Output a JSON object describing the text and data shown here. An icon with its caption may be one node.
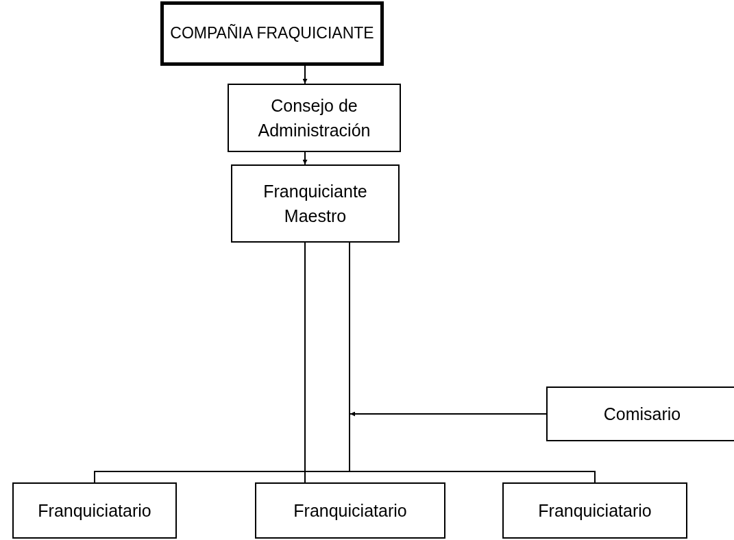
{
  "diagram": {
    "nodes": [
      {
        "text": [
          "COMPAÑIA FRAQUICIANTE"
        ]
      },
      {
        "text": [
          "Consejo de Administración"
        ]
      },
      {
        "text": [
          "Franquiciante Maestro"
        ]
      },
      {
        "text": [
          "Comisario"
        ]
      },
      {
        "text": [
          "Franquiciatario"
        ]
      },
      {
        "text": [
          "Franquiciatario"
        ]
      },
      {
        "text": [
          "Franquiciatario"
        ]
      }
    ],
    "edges": [
      {
        "from": 0,
        "to": 1,
        "arrow": "to"
      },
      {
        "from": 1,
        "to": 2,
        "arrow": "to"
      },
      {
        "from": 2,
        "to": 4,
        "arrow": "none"
      },
      {
        "from": 2,
        "to": 5,
        "arrow": "none"
      },
      {
        "from": 2,
        "to": 6,
        "arrow": "none"
      },
      {
        "from": 3,
        "to": null,
        "arrow": "to"
      }
    ]
  }
}
